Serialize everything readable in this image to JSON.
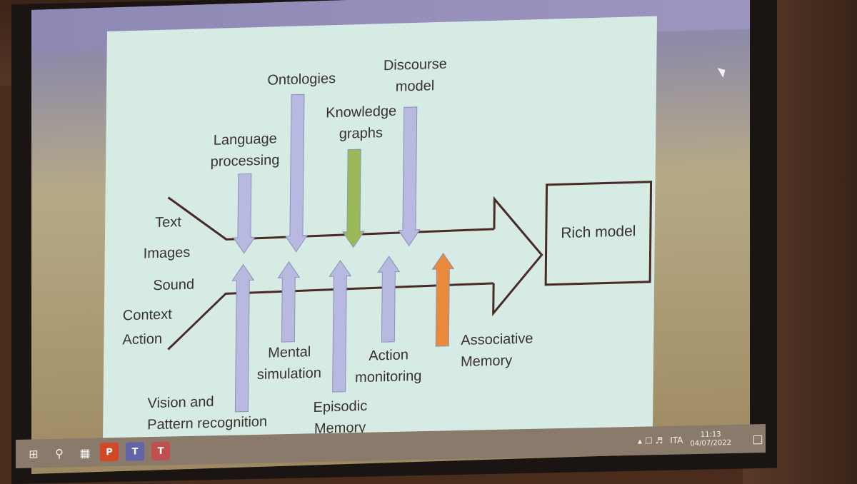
{
  "slide": {
    "inputs": [
      "Text",
      "Images",
      "Sound",
      "Context",
      "Action"
    ],
    "top_arrows": [
      {
        "label": [
          "Language",
          "processing"
        ],
        "color": "#b8b9e0"
      },
      {
        "label": [
          "Ontologies"
        ],
        "color": "#b8b9e0"
      },
      {
        "label": [
          "Knowledge",
          "graphs"
        ],
        "color": "#9cb95a"
      },
      {
        "label": [
          "Discourse",
          "model"
        ],
        "color": "#b8b9e0"
      }
    ],
    "bottom_arrows": [
      {
        "label": [
          "Vision and",
          "Pattern recognition"
        ],
        "color": "#b8b9e0"
      },
      {
        "label": [
          "Mental",
          "simulation"
        ],
        "color": "#b8b9e0"
      },
      {
        "label": [
          "Episodic",
          "Memory"
        ],
        "color": "#b8b9e0"
      },
      {
        "label": [
          "Action",
          "monitoring"
        ],
        "color": "#b8b9e0"
      },
      {
        "label": [
          "Associative",
          "Memory"
        ],
        "color": "#e8893c"
      }
    ],
    "output": "Rich model"
  },
  "taskbar": {
    "apps": [
      {
        "name": "powerpoint",
        "glyph": "P",
        "color": "#d24726"
      },
      {
        "name": "teams",
        "glyph": "T",
        "color": "#6264a7"
      },
      {
        "name": "app",
        "glyph": "T",
        "color": "#c0504d"
      }
    ],
    "language": "ITA",
    "time": "11:13",
    "date": "04/07/2022"
  },
  "colors": {
    "arrow_outline": "#4a2a26",
    "slide_bg": "#d6ebe3"
  }
}
